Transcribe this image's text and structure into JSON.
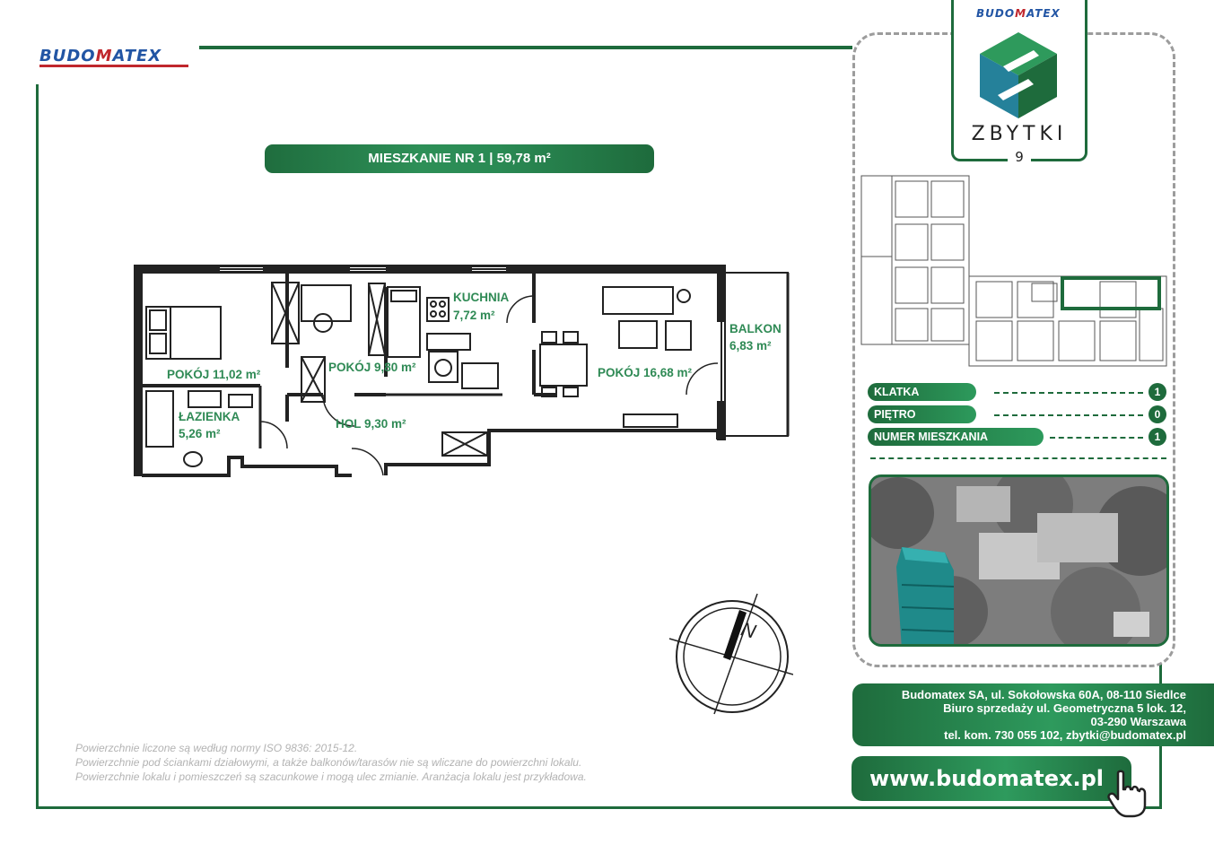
{
  "header": {
    "logo_prefix": "BUDO",
    "logo_m": "M",
    "logo_suffix": "ATEX"
  },
  "apartment": {
    "title": "MIESZKANIE NR 1 | 59,78 m²"
  },
  "rooms": {
    "kuchnia_name": "KUCHNIA",
    "kuchnia_area": "7,72 m²",
    "balkon_name": "BALKON",
    "balkon_area": "6,83 m²",
    "pokoj1": "POKÓJ 11,02 m²",
    "pokoj2": "POKÓJ 9,80 m²",
    "pokoj3": "POKÓJ 16,68 m²",
    "lazienka_name": "ŁAZIENKA",
    "lazienka_area": "5,26 m²",
    "hol": "HOL 9,30 m²"
  },
  "compass": {
    "north": "N"
  },
  "notes": [
    "Powierzchnie liczone są według normy ISO 9836: 2015-12.",
    "Powierzchnie pod ściankami działowymi, a także balkonów/tarasów nie są wliczane do powierzchni lokalu.",
    "Powierzchnie lokalu i pomieszczeń są szacunkowe i mogą ulec zmianie. Aranżacja lokalu jest przykładowa."
  ],
  "project": {
    "logo_prefix": "BUDO",
    "logo_m": "M",
    "logo_suffix": "ATEX",
    "name": "ZBYTKI",
    "number": "9"
  },
  "info": [
    {
      "label": "KLATKA",
      "value": "1"
    },
    {
      "label": "PIĘTRO",
      "value": "0"
    },
    {
      "label": "NUMER MIESZKANIA",
      "value": "1"
    }
  ],
  "contact": {
    "line1": "Budomatex SA, ul. Sokołowska 60A, 08-110 Siedlce",
    "line2": "Biuro sprzedaży ul. Geometryczna 5 lok. 12,",
    "line3": "03-290 Warszawa",
    "line4": "tel. kom. 730 055 102, zbytki@budomatex.pl"
  },
  "website": "www.budomatex.pl",
  "colors": {
    "brand_green": "#1e6b3c",
    "room_text": "#2f8a55",
    "logo_blue": "#2255a4",
    "logo_red": "#c0272d"
  }
}
